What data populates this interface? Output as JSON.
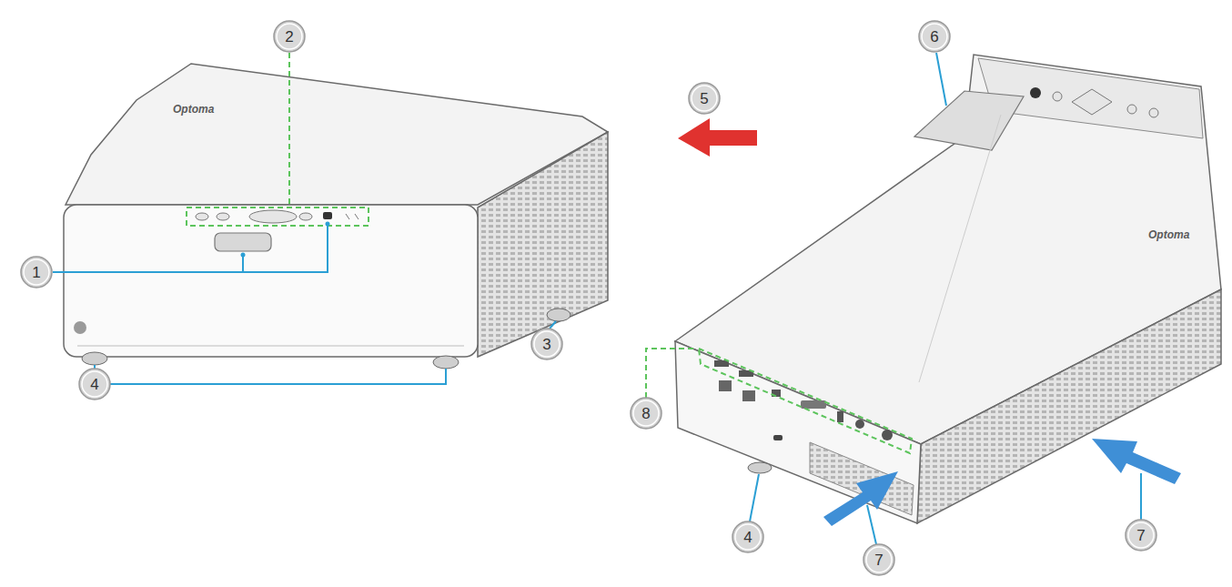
{
  "diagram": {
    "labels": [
      "2",
      "1",
      "3",
      "4",
      "5",
      "6",
      "8",
      "4",
      "7",
      "7",
      "Optoma",
      "Optoma"
    ]
  }
}
